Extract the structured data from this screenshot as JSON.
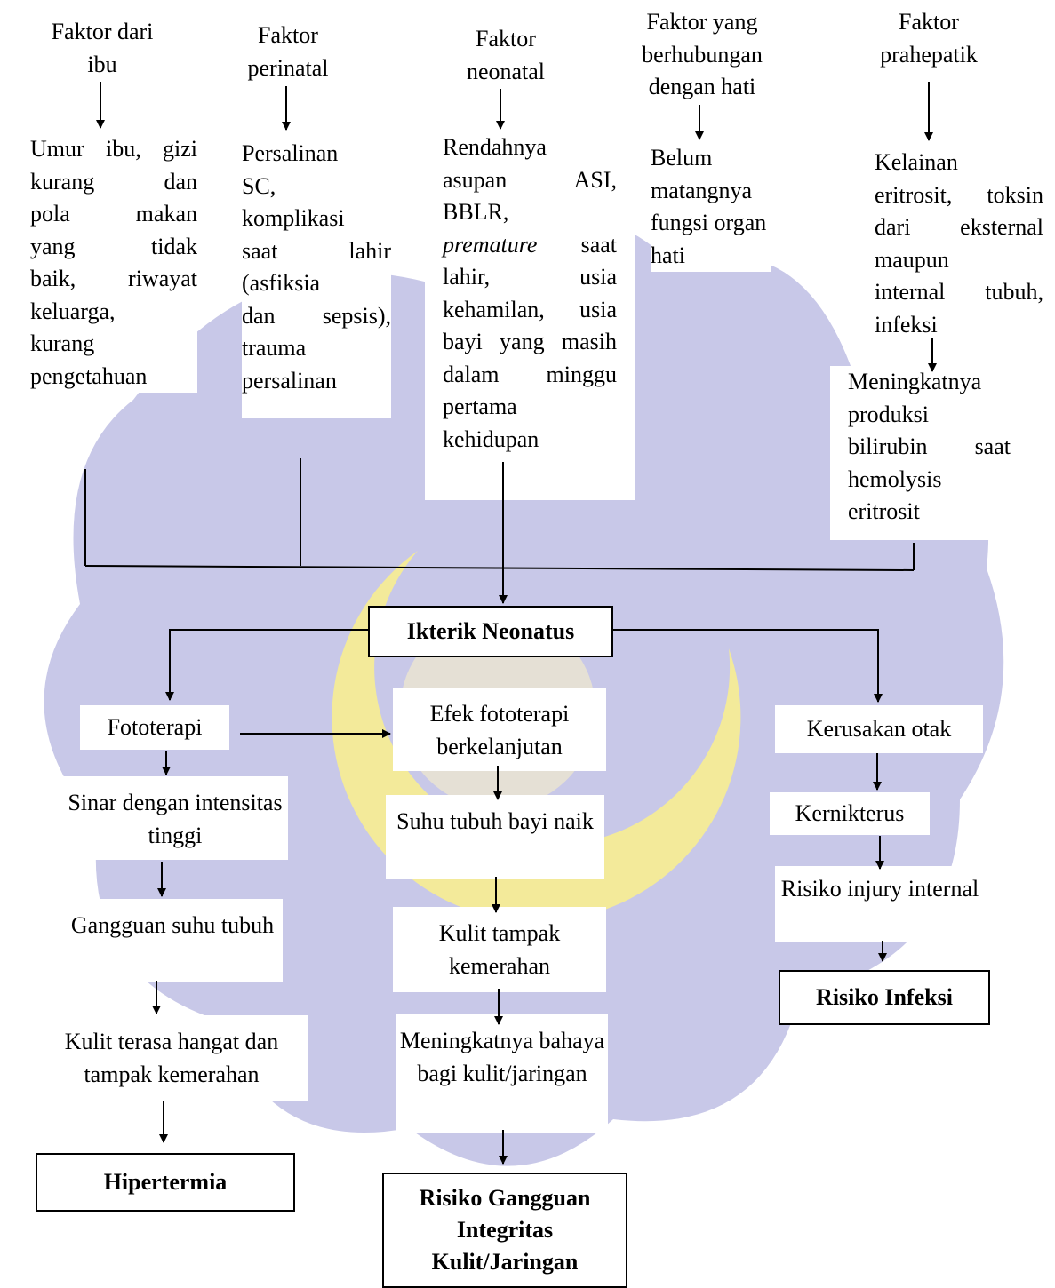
{
  "colors": {
    "watermark_blue": "#c8c8e8",
    "watermark_yellow": "#f3ea9a",
    "line": "#000000"
  },
  "factors": {
    "ibu": {
      "title": "Faktor dari ibu",
      "detail": "Umur ibu, gizi kurang dan pola makan yang tidak baik, riwayat keluarga, kurang pengetahuan"
    },
    "perinatal": {
      "title": "Faktor perinatal",
      "detail": "Persalinan SC, komplikasi saat lahir (asfiksia dan sepsis), trauma persalinan"
    },
    "neonatal": {
      "title": "Faktor neonatal",
      "detail": "Rendahnya asupan ASI, BBLR, premature saat lahir, usia kehamilan, usia bayi yang masih dalam minggu pertama kehidupan"
    },
    "hati": {
      "title": "Faktor yang berhubungan dengan hati",
      "detail": "Belum matangnya fungsi organ hati"
    },
    "prahepatik": {
      "title": "Faktor prahepatik",
      "detail": "Kelainan eritrosit, toksin dari eksternal maupun internal tubuh, infeksi",
      "result": "Meningkatnya produksi bilirubin saat hemolysis eritrosit"
    }
  },
  "center": {
    "label": "Ikterik Neonatus"
  },
  "left_branch": {
    "steps": [
      "Fototerapi",
      "Sinar dengan intensitas tinggi",
      "Gangguan suhu tubuh",
      "Kulit terasa hangat dan tampak kemerahan"
    ],
    "diagnosis": "Hipertermia"
  },
  "middle_branch": {
    "steps": [
      "Efek fototerapi berkelanjutan",
      "Suhu tubuh bayi naik",
      "Kulit tampak kemerahan",
      "Meningkatnya bahaya bagi kulit/jaringan"
    ],
    "diagnosis": "Risiko Gangguan Integritas Kulit/Jaringan"
  },
  "right_branch": {
    "steps": [
      "Kerusakan otak",
      "Kernikterus",
      "Risiko injury internal"
    ],
    "diagnosis": "Risiko Infeksi"
  }
}
